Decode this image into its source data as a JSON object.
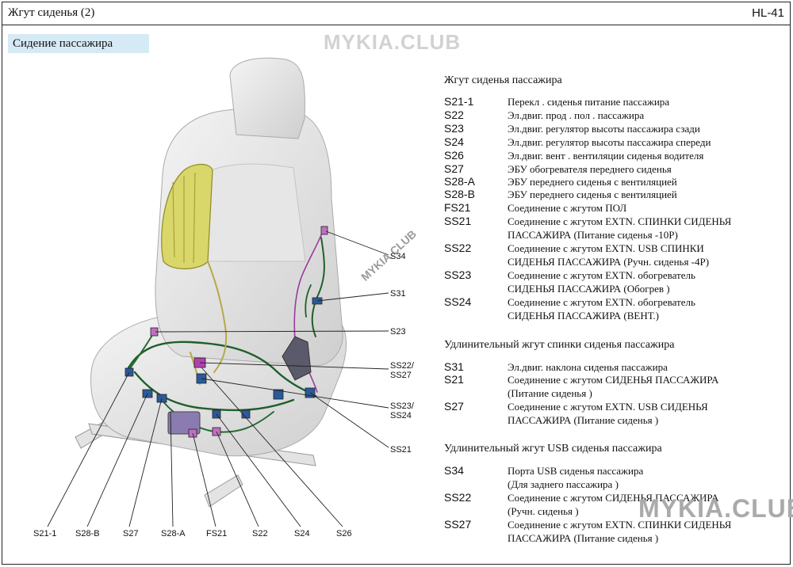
{
  "header": {
    "title": "Жгут сиденья (2)",
    "page_code": "HL-41"
  },
  "section_label": "Сидение пассажира",
  "watermarks": {
    "top": "MYKIA.CLUB",
    "diagonal": "MYKIA.CLUB",
    "bottom": "MYKIA.CLUB"
  },
  "callouts": {
    "s34": "S34",
    "s31": "S31",
    "s23": "S23",
    "ss22_ss27": [
      "SS22/",
      "SS27"
    ],
    "ss23_ss24": [
      "SS23/",
      "SS24"
    ],
    "ss21": "SS21",
    "bottom": [
      "S21-1",
      "S28-B",
      "S27",
      "S28-A",
      "FS21",
      "S22",
      "S24",
      "S26"
    ]
  },
  "groups": [
    {
      "title": "Жгут сиденья пассажира",
      "items": [
        {
          "code": "S21-1",
          "desc": [
            "Перекл . сиденья питание пассажира"
          ]
        },
        {
          "code": "S22",
          "desc": [
            "Эл.двиг. прод . пол . пассажира"
          ]
        },
        {
          "code": "S23",
          "desc": [
            "Эл.двиг. регулятор высоты пассажира сзади"
          ]
        },
        {
          "code": "S24",
          "desc": [
            "Эл.двиг. регулятор высоты пассажира спереди"
          ]
        },
        {
          "code": "S26",
          "desc": [
            "Эл.двиг. вент . вентиляции сиденья водителя"
          ]
        },
        {
          "code": "S27",
          "desc": [
            "ЭБУ обогревателя переднего сиденья"
          ]
        },
        {
          "code": "S28-A",
          "desc": [
            "ЭБУ переднего сиденья с вентиляцией"
          ]
        },
        {
          "code": "S28-B",
          "desc": [
            "ЭБУ переднего сиденья с вентиляцией"
          ]
        },
        {
          "code": "FS21",
          "desc": [
            "Соединение с жгутом ПОЛ"
          ]
        },
        {
          "code": "SS21",
          "desc": [
            "Соединение с жгутом EXTN. СПИНКИ СИДЕНЬЯ",
            "ПАССАЖИРА (Питание сиденья -10P)"
          ]
        },
        {
          "code": "SS22",
          "desc": [
            "Соединение с жгутом EXTN. USB СПИНКИ",
            "СИДЕНЬЯ ПАССАЖИРА (Ручн. сиденья -4P)"
          ]
        },
        {
          "code": "SS23",
          "desc": [
            "Соединение с жгутом EXTN. обогреватель",
            "СИДЕНЬЯ ПАССАЖИРА (Обогрев )"
          ]
        },
        {
          "code": "SS24",
          "desc": [
            "Соединение с жгутом EXTN. обогреватель",
            "СИДЕНЬЯ ПАССАЖИРА (ВЕНТ.)"
          ]
        }
      ]
    },
    {
      "title": "Удлинительный жгут спинки сиденья пассажира",
      "items": [
        {
          "code": "S31",
          "desc": [
            "Эл.двиг. наклона сиденья пассажира"
          ]
        },
        {
          "code": "S21",
          "desc": [
            "Соединение с жгутом СИДЕНЬЯ ПАССАЖИРА",
            "(Питание сиденья )"
          ]
        },
        {
          "code": "S27",
          "desc": [
            "Соединение с жгутом EXTN. USB СИДЕНЬЯ",
            "ПАССАЖИРА (Питание сиденья )"
          ]
        }
      ]
    },
    {
      "title": "Удлинительный жгут USB сиденья пассажира",
      "items": [
        {
          "code": "S34",
          "desc": [
            "Порта USB сиденья пассажира",
            "(Для заднего пассажира )"
          ]
        },
        {
          "code": "SS22",
          "desc": [
            "Соединение с жгутом СИДЕНЬЯ ПАССАЖИРА",
            "(Ручн. сиденья )"
          ]
        },
        {
          "code": "SS27",
          "desc": [
            "Соединение с жгутом EXTN. СПИНКИ СИДЕНЬЯ",
            "ПАССАЖИРА (Питание сиденья )"
          ]
        }
      ]
    }
  ]
}
